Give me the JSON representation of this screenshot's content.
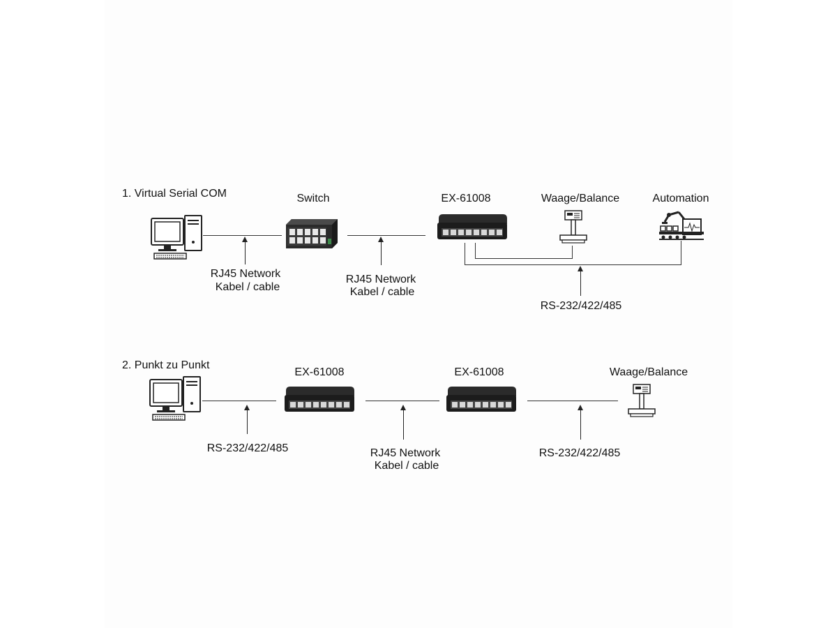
{
  "section1": {
    "title": "1. Virtual Serial COM",
    "switch_label": "Switch",
    "converter_label": "EX-61008",
    "balance_label": "Waage/Balance",
    "automation_label": "Automation",
    "cable1": {
      "line1": "RJ45 Network",
      "line2": "Kabel / cable"
    },
    "cable2": {
      "line1": "RJ45 Network",
      "line2": "Kabel / cable"
    },
    "serial_label": "RS-232/422/485"
  },
  "section2": {
    "title": "2. Punkt zu Punkt",
    "converter1_label": "EX-61008",
    "converter2_label": "EX-61008",
    "balance_label": "Waage/Balance",
    "serial1_label": "RS-232/422/485",
    "cable": {
      "line1": "RJ45 Network",
      "line2": "Kabel / cable"
    },
    "serial2_label": "RS-232/422/485"
  },
  "icons": {
    "computer": "computer-icon",
    "switch": "network-switch-icon",
    "converter": "ex-61008-device-icon",
    "balance": "scale-icon",
    "automation": "robot-arm-icon"
  }
}
